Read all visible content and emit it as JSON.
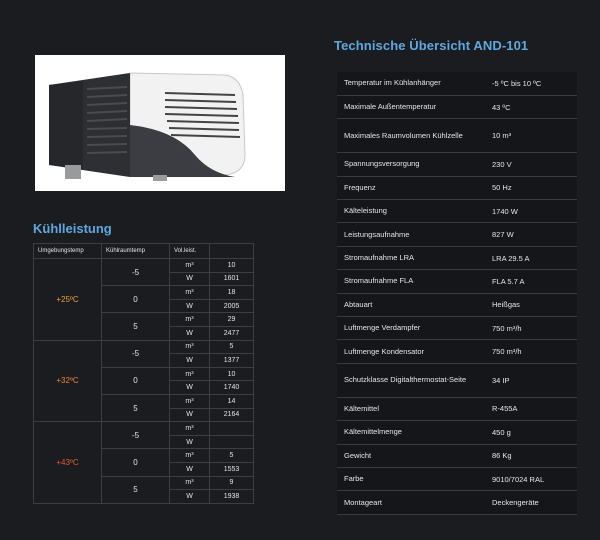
{
  "perf_section": {
    "title": "Kühlleistung",
    "headers": [
      "Umgebungstemp",
      "Kühlraumtemp",
      "Vol.leist.",
      ""
    ],
    "groups": [
      {
        "ambient": "+25ºC",
        "rows": [
          {
            "room": "-5",
            "lines": [
              {
                "unit": "m³",
                "value": "10"
              },
              {
                "unit": "W",
                "value": "1601"
              }
            ]
          },
          {
            "room": "0",
            "lines": [
              {
                "unit": "m³",
                "value": "18"
              },
              {
                "unit": "W",
                "value": "2005"
              }
            ]
          },
          {
            "room": "5",
            "lines": [
              {
                "unit": "m³",
                "value": "29"
              },
              {
                "unit": "W",
                "value": "2477"
              }
            ]
          }
        ]
      },
      {
        "ambient": "+32ºC",
        "rows": [
          {
            "room": "-5",
            "lines": [
              {
                "unit": "m³",
                "value": "5"
              },
              {
                "unit": "W",
                "value": "1377"
              }
            ]
          },
          {
            "room": "0",
            "lines": [
              {
                "unit": "m³",
                "value": "10"
              },
              {
                "unit": "W",
                "value": "1740"
              }
            ]
          },
          {
            "room": "5",
            "lines": [
              {
                "unit": "m³",
                "value": "14"
              },
              {
                "unit": "W",
                "value": "2164"
              }
            ]
          }
        ]
      },
      {
        "ambient": "+43ºC",
        "rows": [
          {
            "room": "-5",
            "lines": [
              {
                "unit": "m³",
                "value": ""
              },
              {
                "unit": "W",
                "value": ""
              }
            ]
          },
          {
            "room": "0",
            "lines": [
              {
                "unit": "m³",
                "value": "5"
              },
              {
                "unit": "W",
                "value": "1553"
              }
            ]
          },
          {
            "room": "5",
            "lines": [
              {
                "unit": "m³",
                "value": "9"
              },
              {
                "unit": "W",
                "value": "1938"
              }
            ]
          }
        ]
      }
    ]
  },
  "tech_section": {
    "title": "Technische Übersicht  AND-101",
    "rows": [
      {
        "key": "Temperatur im Kühlanhänger",
        "value": "-5 ºC bis 10 ºC"
      },
      {
        "key": "Maximale Außentemperatur",
        "value": "43 ºC"
      },
      {
        "key": "Maximales Raumvolumen Kühlzelle",
        "value": "10 m³"
      },
      {
        "key": "Spannungsversorgung",
        "value": "230 V"
      },
      {
        "key": "Frequenz",
        "value": "50 Hz"
      },
      {
        "key": "Kälteleistung",
        "value": "1740 W"
      },
      {
        "key": "Leistungsaufnahme",
        "value": "827 W"
      },
      {
        "key": "Stromaufnahme LRA",
        "value": "LRA 29.5 A"
      },
      {
        "key": "Stromaufnahme FLA",
        "value": "FLA 5.7 A"
      },
      {
        "key": "Abtauart",
        "value": "Heißgas"
      },
      {
        "key": "Luftmenge Verdampfer",
        "value": "750 m³/h"
      },
      {
        "key": "Luftmenge Kondensator",
        "value": "750 m³/h"
      },
      {
        "key": "Schutzklasse Digitalthermostat-Seite",
        "value": "34 IP"
      },
      {
        "key": "Kältemittel",
        "value": "R-455A"
      },
      {
        "key": "Kältemittelmenge",
        "value": "450 g"
      },
      {
        "key": "Gewicht",
        "value": "86 Kg"
      },
      {
        "key": "Farbe",
        "value": "9010/7024 RAL"
      },
      {
        "key": "Montageart",
        "value": "Deckengeräte"
      }
    ]
  },
  "colors": {
    "accent": "#5fa8df",
    "background": "#1b1c20",
    "temp_25": "#e8a23a",
    "temp_32": "#e8843a",
    "temp_43": "#e05a3a"
  }
}
